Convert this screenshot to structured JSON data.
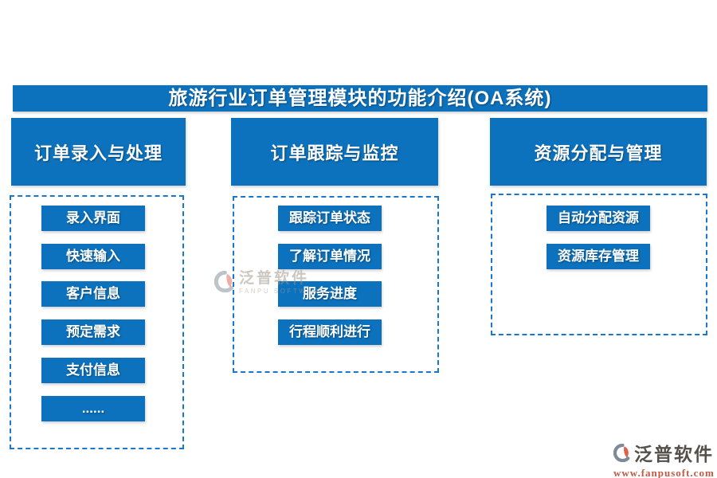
{
  "title": "旅游行业订单管理模块的功能介绍(OA系统)",
  "colors": {
    "primary_blue": "#0d72bd",
    "dashed_border_blue": "#1678ce",
    "logo_red": "#e0604b",
    "logo_gray": "#7e8a95",
    "url_red": "#bf5a45"
  },
  "columns": [
    {
      "header": "订单录入与处理",
      "items": [
        "录入界面",
        "快速输入",
        "客户信息",
        "预定需求",
        "支付信息",
        "......"
      ]
    },
    {
      "header": "订单跟踪与监控",
      "items": [
        "跟踪订单状态",
        "了解订单情况",
        "服务进度",
        "行程顺利进行"
      ]
    },
    {
      "header": "资源分配与管理",
      "items": [
        "自动分配资源",
        "资源库存管理"
      ]
    }
  ],
  "watermark": {
    "name": "泛普软件",
    "subtitle": "FANPU SOFTWARE"
  },
  "footer": {
    "name": "泛普软件",
    "url": "www.fanpusoft.com"
  }
}
